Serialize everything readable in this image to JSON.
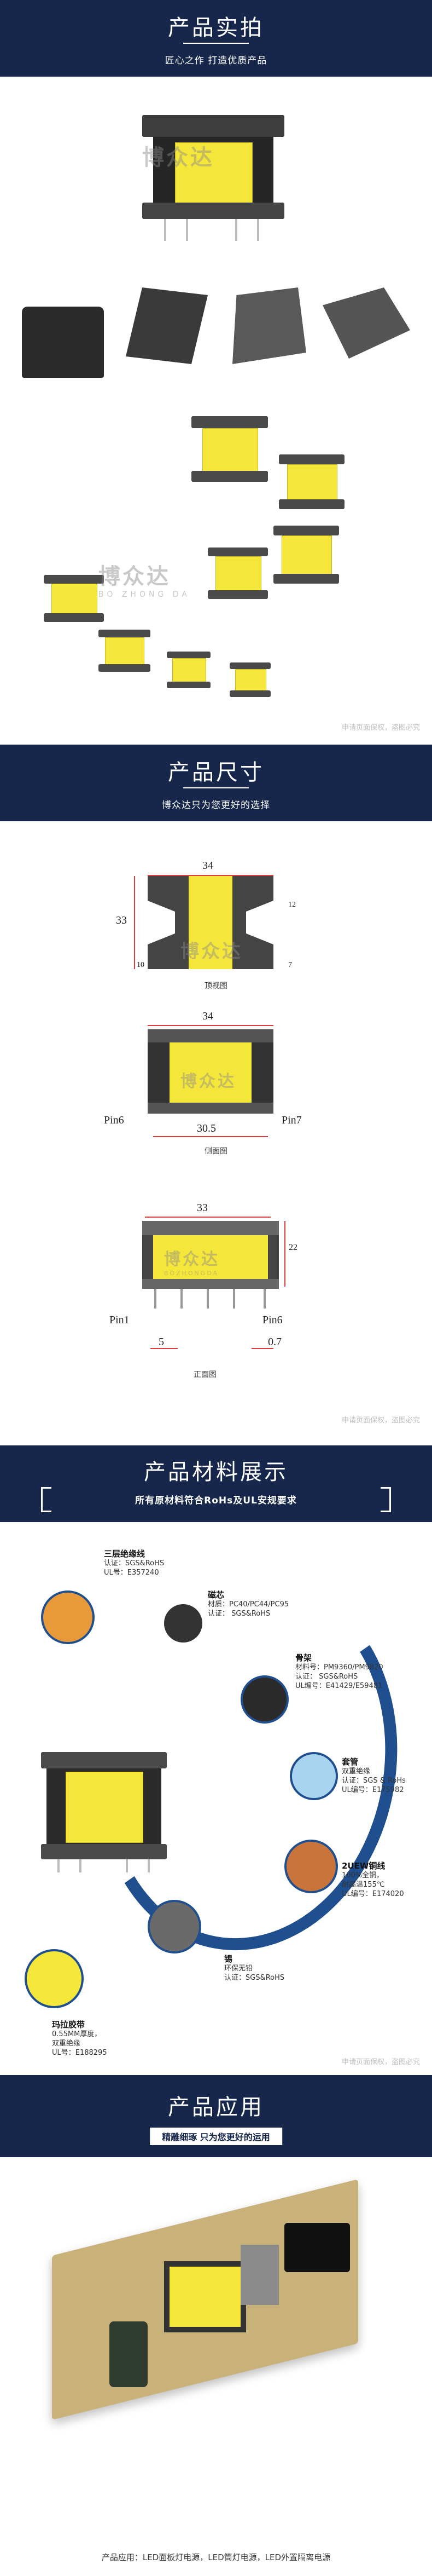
{
  "sections": {
    "photos": {
      "title": "产品实拍",
      "subtitle": "匠心之作  打造优质产品"
    },
    "size": {
      "title": "产品尺寸",
      "subtitle": "博众达只为您更好的选择"
    },
    "materials": {
      "title": "产品材料展示",
      "subtitle": "所有原材料符合RoHs及UL安规要求"
    },
    "application": {
      "title": "产品应用",
      "subtitle": "精雕细琢 只为您更好的运用"
    }
  },
  "brand": {
    "name": "博众达",
    "pinyin": "BOZHONGDA",
    "pinyin_spaced": "BO ZHONG DA",
    "watermark": "申请页面保权，盗图必究"
  },
  "dimensions": {
    "top_view": {
      "caption": "顶视图",
      "width": "34",
      "height": "33",
      "pin_right_top": "12",
      "pin_right_bottom": "7",
      "pin_left_bottom": "10"
    },
    "side_view": {
      "caption": "侧面图",
      "top": "34",
      "bottom": "30.5",
      "pin_left": "Pin6",
      "pin_right": "Pin7"
    },
    "front_view": {
      "caption": "正面图",
      "top": "33",
      "height": "22",
      "pin_left": "Pin1",
      "pin_right": "Pin6",
      "pin_gap": "5",
      "pin_size": "0.7"
    }
  },
  "materials": {
    "wire": {
      "title": "三层绝缘线",
      "lines": [
        "认证：SGS&RoHS",
        "UL号：E357240"
      ]
    },
    "core": {
      "title": "磁芯",
      "lines": [
        "材质：PC40/PC44/PC95",
        "认证：    SGS&RoHS"
      ]
    },
    "bobbin": {
      "title": "骨架",
      "lines": [
        "材料号：PM9360/PM9820",
        "认证：      SGS&RoHS",
        "UL编号：E41429/E59481"
      ]
    },
    "sleeve": {
      "title": "套管",
      "lines": [
        "双重绝缘",
        "认证：SGS & RoHs",
        "UL编号：E175982"
      ]
    },
    "copper": {
      "title": "2UEW铜线",
      "lines": [
        "100%全铜，",
        "耐高温155℃",
        "UL编号：E174020"
      ]
    },
    "tin": {
      "title": "锡",
      "lines": [
        "环保无铅",
        "认证：SGS&RoHS"
      ]
    },
    "tape": {
      "title": "玛拉胶带",
      "lines": [
        "0.55MM厚度，",
        "双重绝缘",
        "UL号：E188295"
      ]
    }
  },
  "application": {
    "text": "产品应用：LED面板灯电源，LED筒灯电源，LED外置隔离电源"
  },
  "colors": {
    "banner": "#16274b",
    "accent_blue": "#1f4f8f",
    "tape_yellow": "#f5e63a",
    "dimension_red": "#e23b3b"
  }
}
